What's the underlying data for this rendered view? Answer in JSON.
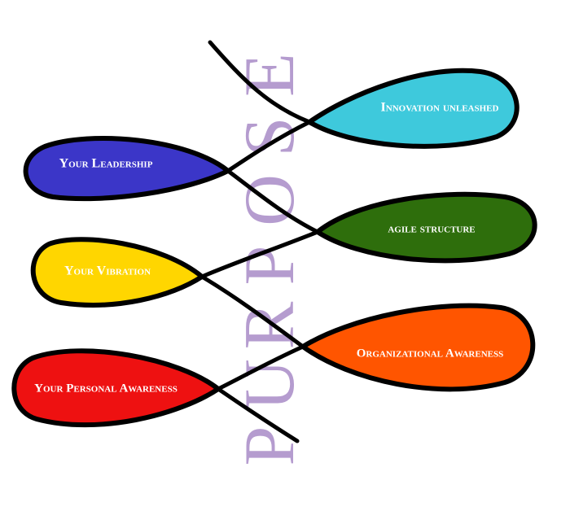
{
  "watermark": {
    "word": "PURPOSE"
  },
  "petals": [
    {
      "id": "your-leadership",
      "label": "Your Leadership",
      "color": "#3b36c8",
      "text_color": "#ffffff"
    },
    {
      "id": "innovation-unleashed",
      "label": "Innovation unleashed",
      "color": "#3ec9dc",
      "text_color": "#1a1a1a"
    },
    {
      "id": "your-vibration",
      "label": "Your Vibration",
      "color": "#ffd600",
      "text_color": "#1a1a1a"
    },
    {
      "id": "agile-structure",
      "label": "agile structure",
      "color": "#2e6e0c",
      "text_color": "#ffffff"
    },
    {
      "id": "your-personal-awareness",
      "label": "Your Personal Awareness",
      "color": "#ee1111",
      "text_color": "#ffffff"
    },
    {
      "id": "organizational-awareness",
      "label": "Organizational Awareness",
      "color": "#ff5500",
      "text_color": "#ffffff"
    }
  ],
  "stroke_color": "#000000"
}
